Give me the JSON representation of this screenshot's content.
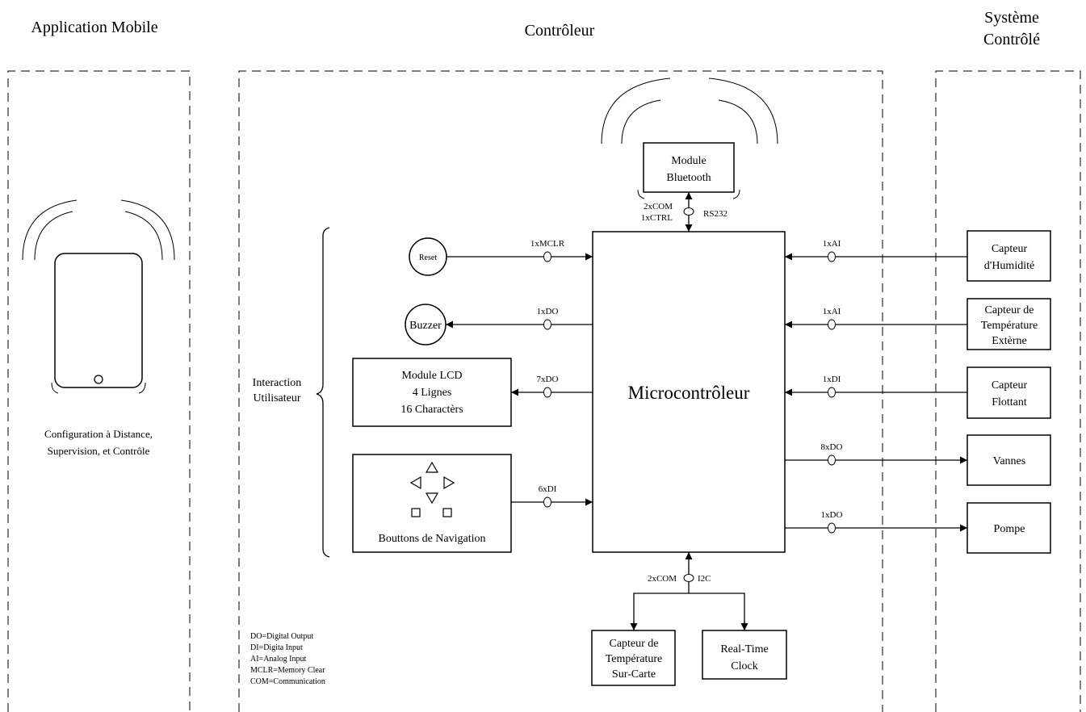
{
  "columns": {
    "mobile": "Application Mobile",
    "controller": "Contrôleur",
    "system_line1": "Système",
    "system_line2": "Contrôlé"
  },
  "mobile": {
    "caption_line1": "Configuration à Distance,",
    "caption_line2": "Supervision, et Contrôle"
  },
  "controller": {
    "mcu": "Microcontrôleur",
    "bluetooth_line1": "Module",
    "bluetooth_line2": "Bluetooth",
    "bt_left_line1": "2xCOM",
    "bt_left_line2": "1xCTRL",
    "bt_right": "RS232",
    "reset": "Reset",
    "reset_sig": "1xMCLR",
    "buzzer": "Buzzer",
    "buzzer_sig": "1xDO",
    "lcd_line1": "Module LCD",
    "lcd_line2": "4 Lignes",
    "lcd_line3": "16 Charactèrs",
    "lcd_sig": "7xDO",
    "nav": "Bouttons de Navigation",
    "nav_sig": "6xDI",
    "interaction_line1": "Interaction",
    "interaction_line2": "Utilisateur",
    "i2c_left": "2xCOM",
    "i2c_right": "I2C",
    "temp_board_line1": "Capteur de",
    "temp_board_line2": "Température",
    "temp_board_line3": "Sur-Carte",
    "rtc_line1": "Real-Time",
    "rtc_line2": "Clock"
  },
  "system": {
    "humidity_line1": "Capteur",
    "humidity_line2": "d'Humidité",
    "humidity_sig": "1xAI",
    "ext_temp_line1": "Capteur de",
    "ext_temp_line2": "Température",
    "ext_temp_line3": "Extèrne",
    "ext_temp_sig": "1xAI",
    "float_line1": "Capteur",
    "float_line2": "Flottant",
    "float_sig": "1xDI",
    "valves": "Vannes",
    "valves_sig": "8xDO",
    "pump": "Pompe",
    "pump_sig": "1xDO"
  },
  "legend": [
    "DO=Digital Output",
    "DI=Digita Input",
    "AI=Analog Input",
    "MCLR=Memory Clear",
    "COM=Communication"
  ]
}
